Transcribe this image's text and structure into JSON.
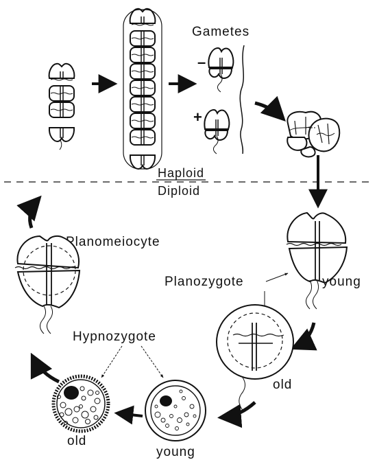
{
  "labels": {
    "gametes": "Gametes",
    "minus": "–",
    "plus": "+",
    "haploid": "Haploid",
    "diploid": "Diploid",
    "planomeiocyte": "Planomeiocyte",
    "planozygote": "Planozygote",
    "planozygote_young": "young",
    "planozygote_old": "old",
    "hypnozygote": "Hypnozygote",
    "hypnozygote_old": "old",
    "hypnozygote_young": "young"
  }
}
